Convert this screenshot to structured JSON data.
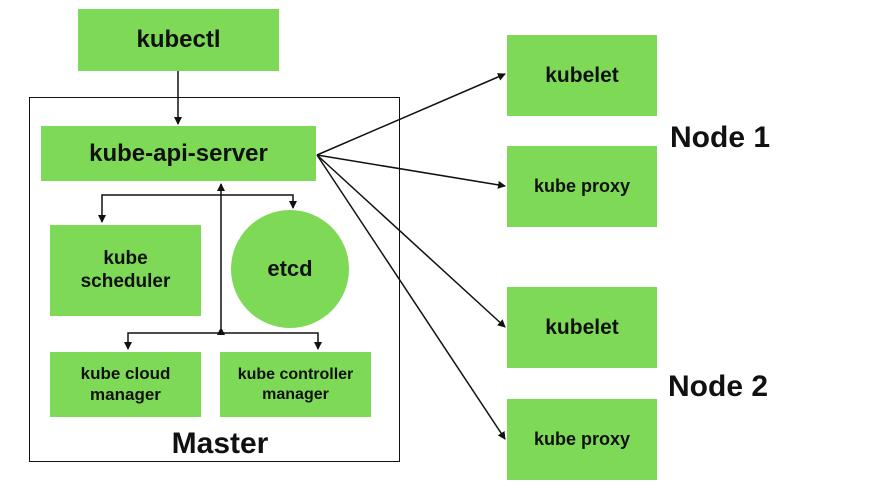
{
  "colors": {
    "component_fill": "#7ed957",
    "line": "#111111",
    "background": "#ffffff"
  },
  "components": {
    "kubectl": "kubectl",
    "api_server": "kube-api-server",
    "scheduler": "kube\nscheduler",
    "etcd": "etcd",
    "cloud_manager": "kube cloud\nmanager",
    "controller_manager": "kube controller\nmanager"
  },
  "master": {
    "label": "Master"
  },
  "nodes": [
    {
      "label": "Node 1",
      "kubelet": "kubelet",
      "proxy": "kube proxy"
    },
    {
      "label": "Node 2",
      "kubelet": "kubelet",
      "proxy": "kube proxy"
    }
  ]
}
